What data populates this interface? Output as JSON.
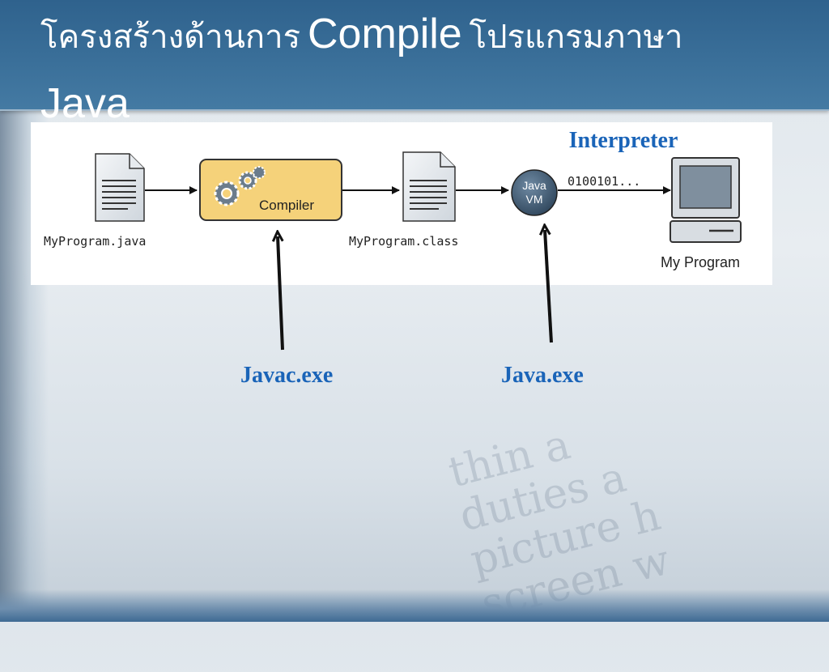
{
  "slide": {
    "title_thai_1": "โครงสร้างด้านการ",
    "title_latin_1": "Compile",
    "title_thai_2": "โปรแกรมภาษา",
    "title_latin_2": "Java"
  },
  "diagram": {
    "source_file": "MyProgram.java",
    "compiler_label": "Compiler",
    "class_file": "MyProgram.class",
    "jvm_line1": "Java",
    "jvm_line2": "VM",
    "binary": "0100101...",
    "output_label": "My Program",
    "interpreter_label": "Interpreter"
  },
  "annotations": {
    "javac": "Javac.exe",
    "java": "Java.exe"
  },
  "colors": {
    "header": "#3a6f99",
    "compiler_box": "#f5d27a",
    "jvm_circle": "#3f5870",
    "annotation_text": "#1a64b8"
  }
}
